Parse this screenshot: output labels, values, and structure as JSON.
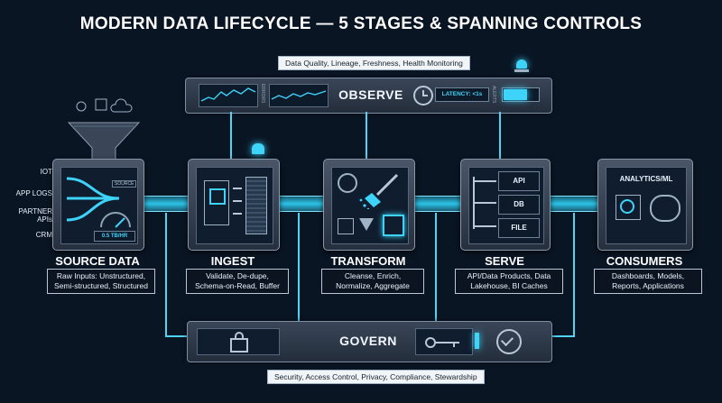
{
  "title": "MODERN DATA LIFECYCLE — 5 STAGES & SPANNING CONTROLS",
  "observe": {
    "tag": "Data Quality, Lineage, Freshness, Health Monitoring",
    "label": "OBSERVE",
    "chart1_label": "THRPUT",
    "chart2_label": "ERRORS",
    "latency": "LATENCY: <1s",
    "alerts_label": "ALERTS"
  },
  "govern": {
    "label": "GOVERN",
    "tag": "Security, Access Control, Privacy, Compliance, Stewardship"
  },
  "sources": [
    {
      "label": "IOT"
    },
    {
      "label": "APP LOGS"
    },
    {
      "label": "PARTNER APIs"
    },
    {
      "label": "CRM"
    }
  ],
  "stages": [
    {
      "name": "SOURCE DATA",
      "desc": "Raw Inputs: Unstructured, Semi-structured, Structured",
      "extra": "SOURCE",
      "rate": "0.5 TB/HR"
    },
    {
      "name": "INGEST",
      "desc": "Validate, De-dupe, Schema-on-Read, Buffer"
    },
    {
      "name": "TRANSFORM",
      "desc": "Cleanse, Enrich, Normalize, Aggregate"
    },
    {
      "name": "SERVE",
      "desc": "API/Data Products, Data Lakehouse, BI Caches",
      "outputs": [
        "API",
        "DB",
        "FILE"
      ]
    },
    {
      "name": "CONSUMERS",
      "desc": "Dashboards, Models, Reports, Applications",
      "screen_title": "ANALYTICS/ML"
    }
  ],
  "colors": {
    "accent": "#3ed3f8",
    "background": "#0a1524",
    "panel": "#2b3545"
  }
}
